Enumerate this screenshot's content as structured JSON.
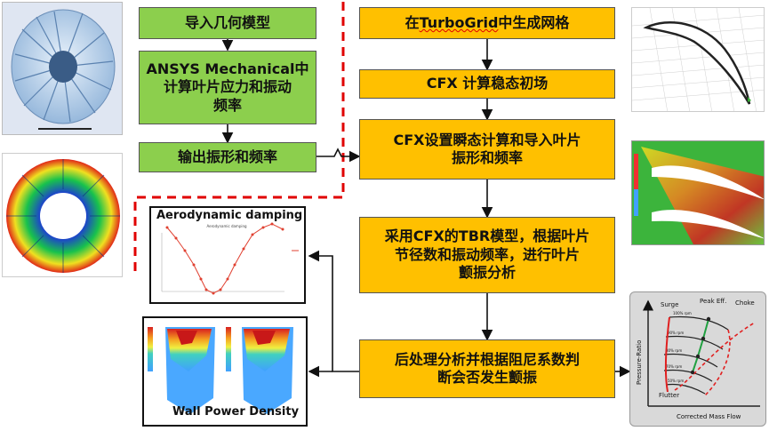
{
  "left_column": {
    "box1": "导入几何模型",
    "box2": "ANSYS Mechanical中\n计算叶片应力和振动\n频率",
    "box3": "输出振形和频率"
  },
  "right_column": {
    "box1_prefix": "在",
    "box1_link": "TurboGrid",
    "box1_suffix": "中生成网格",
    "box2": "CFX 计算稳态初场",
    "box3": "CFX设置瞬态计算和导入叶片\n振形和频率",
    "box4": "采用CFX的TBR模型，根据叶片\n节径数和振动频率，进行叶片\n颤振分析",
    "box5": "后处理分析并根据阻尼系数判\n断会否发生颤振"
  },
  "panels": {
    "aero_damping_title": "Aerodynamic damping",
    "aero_damping_inner_title": "Aerodynamic damping",
    "wall_power_label": "Wall Power Density"
  },
  "compressor_map": {
    "surge": "Surge",
    "peak_eff": "Peak Eff.",
    "choke": "Choke",
    "flutter": "Flutter",
    "ylabel": "Pressure-Ratio",
    "xlabel": "Corrected Mass Flow",
    "speeds": [
      "100% rpm",
      "90% rpm",
      "80% rpm",
      "70% rpm",
      "50% rpm"
    ]
  },
  "colors": {
    "green_box": "#8ccf4d",
    "orange_box": "#ffc000",
    "red_dash": "#e00000",
    "arrow": "#111111"
  }
}
